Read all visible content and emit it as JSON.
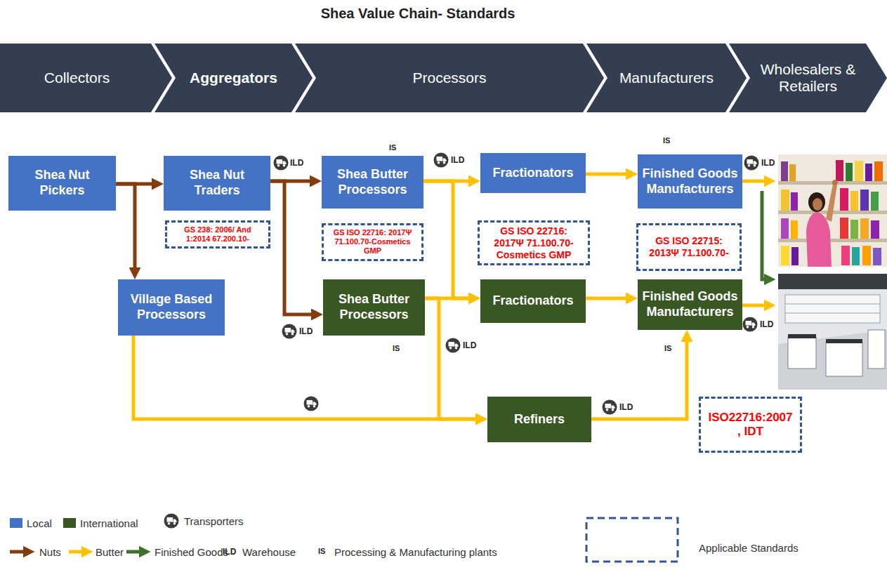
{
  "diagram": {
    "title": "Shea Value Chain- Standards",
    "nodes": [
      {
        "text": [
          "Collectors"
        ]
      },
      {
        "text": [
          "Aggregators"
        ]
      },
      {
        "text": [
          "Processors"
        ]
      },
      {
        "text": [
          "Manufacturers"
        ]
      },
      {
        "text": [
          "Wholesalers & Retailers"
        ]
      },
      {
        "text": [
          "Shea Nut Pickers"
        ]
      },
      {
        "text": [
          "Shea Nut Traders"
        ]
      },
      {
        "text": [
          "Shea Butter Processors"
        ]
      },
      {
        "text": [
          "Fractionators"
        ]
      },
      {
        "text": [
          "Finished Goods Manufacturers"
        ]
      },
      {
        "text": [
          "GS 238: 2006/ And 1:2014 67.200.10-"
        ]
      },
      {
        "text": [
          "GS ISO 22716: 2017Ψ 71.100.70-Cosmetics GMP"
        ]
      },
      {
        "text": [
          "GS ISO 22716: 2017Ψ 71.100.70-Cosmetics GMP"
        ]
      },
      {
        "text": [
          "GS ISO 22715: 2013Ψ 71.100.70-"
        ]
      },
      {
        "text": [
          "Village Based Processors"
        ]
      },
      {
        "text": [
          "Shea Butter Processors"
        ]
      },
      {
        "text": [
          "Fractionators"
        ]
      },
      {
        "text": [
          "Finished Goods Manufacturers"
        ]
      },
      {
        "text": [
          "Refiners"
        ]
      },
      {
        "text": [
          "ISO22716:2007 , IDT"
        ]
      }
    ],
    "edges": [
      {
        "from": 5,
        "to": 6,
        "arrow": "to"
      },
      {
        "from": 5,
        "to": 14,
        "arrow": "to"
      },
      {
        "from": 6,
        "to": 7,
        "arrow": "to"
      },
      {
        "from": 6,
        "to": 15,
        "arrow": "to"
      },
      {
        "from": 7,
        "to": 8,
        "arrow": "to"
      },
      {
        "from": 7,
        "to": 16,
        "arrow": "to"
      },
      {
        "from": 15,
        "to": 16,
        "arrow": "to"
      },
      {
        "from": 15,
        "to": 18,
        "arrow": "to"
      },
      {
        "from": 14,
        "to": 18,
        "arrow": "to"
      },
      {
        "from": 8,
        "to": 9,
        "arrow": "to"
      },
      {
        "from": 16,
        "to": 17,
        "arrow": "to"
      },
      {
        "from": 18,
        "to": 17,
        "arrow": "to"
      }
    ],
    "labels": [
      "ILD",
      "IS",
      "ILD",
      "IS",
      "ILD",
      "ILD",
      "ILD",
      "IS",
      "IS",
      "ILD",
      "ILD",
      "ILD",
      "IS"
    ],
    "legend": [
      {
        "text": "Local",
        "color": "#4472c4"
      },
      {
        "text": "International",
        "color": "#385723"
      },
      {
        "text": "Transporters"
      },
      {
        "text": "Nuts"
      },
      {
        "text": "Butter"
      },
      {
        "text": "Finished Goods"
      },
      {
        "text": "Warehouse"
      },
      {
        "text": "Processing & Manufacturing plants"
      },
      {
        "text": "Applicable Standards"
      }
    ]
  }
}
